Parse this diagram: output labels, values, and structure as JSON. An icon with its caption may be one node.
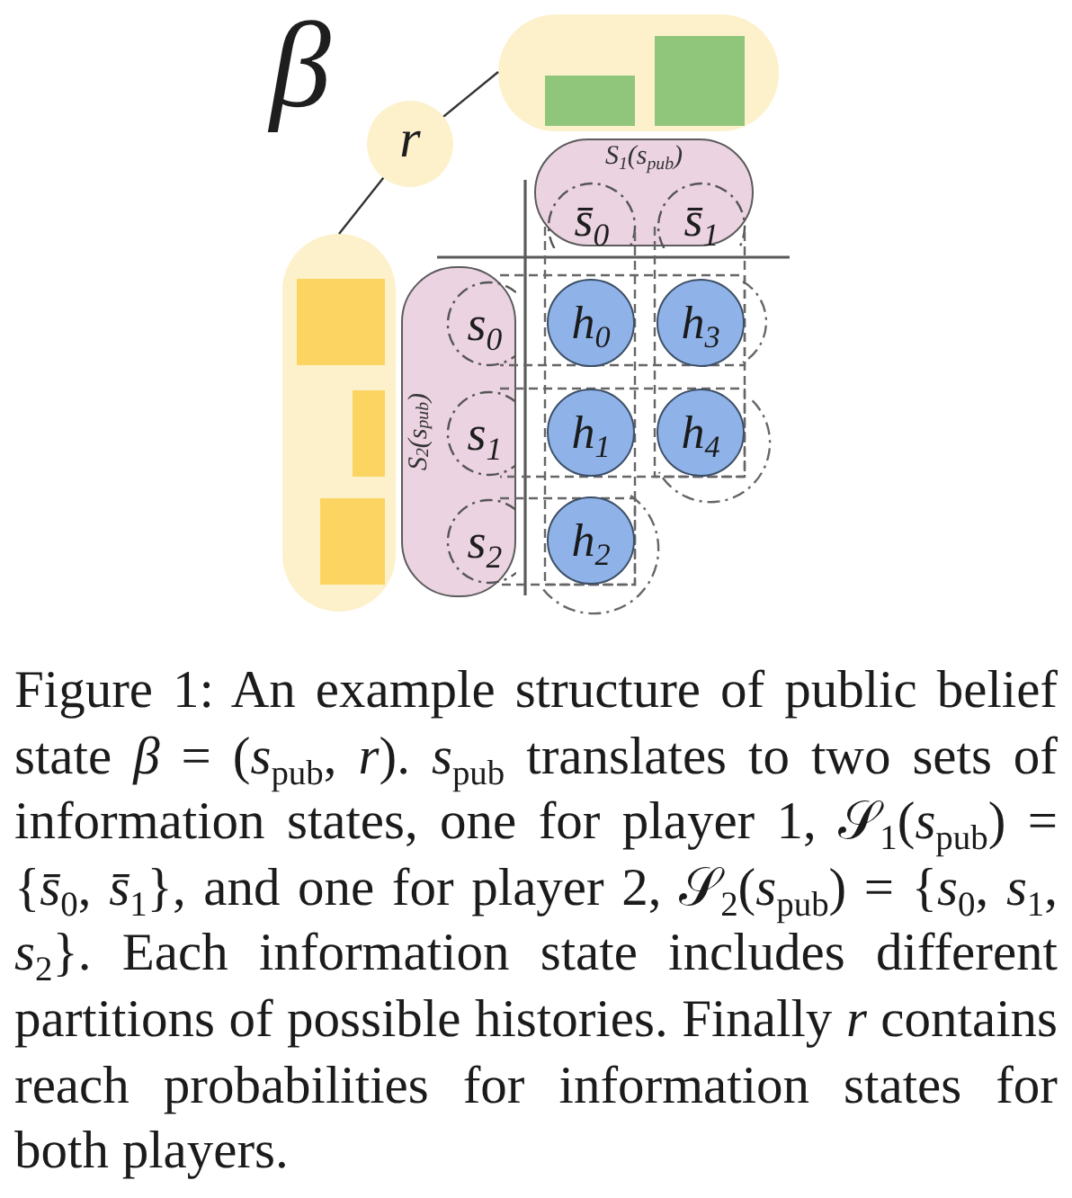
{
  "diagram": {
    "caption": "Figure 1: An example structure of public belief state *β* = (*s*$_{pub}$, *r*). *s*$_{pub}$ translates to two sets of information states, one for player 1, 𝒮$_{1}$(*s*$_{pub}$) = {*s̄*$_{0}$, *s̄*$_{1}$}, and one for player 2, 𝒮$_{2}$(*s*$_{pub}$) = {*s*$_{0}$, *s*$_{1}$, *s*$_{2}$}. Each information state includes different partitions of possible histories. Finally *r* contains reach probabilities for information states for both players.",
    "nodes": [
      {
        "text": [],
        "shape": "box"
      },
      {
        "text": [
          "r"
        ]
      },
      {
        "text": [
          "S$_{1}$(s$_{pub}$)"
        ]
      },
      {
        "text": [
          "s̄$_{0}$"
        ],
        "in": 2
      },
      {
        "text": [
          "s̄$_{1}$"
        ],
        "in": 2
      },
      {
        "text": [],
        "shape": "box"
      },
      {
        "text": [
          "S$_{2}$(s$_{pub}$)"
        ]
      },
      {
        "text": [
          "s$_{0}$"
        ],
        "in": 6
      },
      {
        "text": [
          "s$_{1}$"
        ],
        "in": 6
      },
      {
        "text": [
          "s$_{2}$"
        ],
        "in": 6
      },
      {
        "text": [
          "h$_{0}$"
        ]
      },
      {
        "text": [
          "h$_{3}$"
        ]
      },
      {
        "text": [
          "h$_{1}$"
        ]
      },
      {
        "text": [
          "h$_{4}$"
        ]
      },
      {
        "text": [
          "h$_{2}$"
        ]
      }
    ],
    "edges": [
      {
        "from": 1,
        "to": 0,
        "arrow": "none"
      },
      {
        "from": 1,
        "to": 5,
        "arrow": "none"
      }
    ],
    "labels": [
      "β"
    ]
  }
}
